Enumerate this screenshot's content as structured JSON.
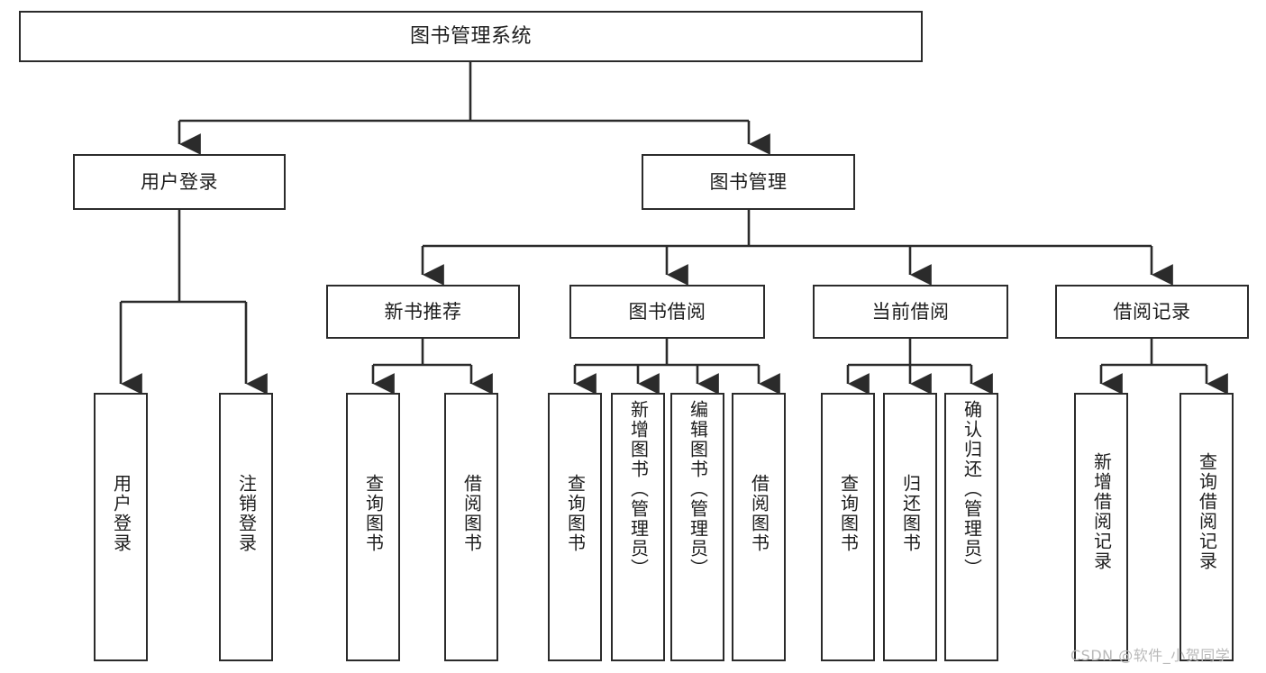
{
  "diagram": {
    "title": "图书管理系统",
    "type": "hierarchy-tree",
    "root": {
      "id": "root",
      "label": "图书管理系统",
      "orientation": "horizontal"
    },
    "level2": [
      {
        "id": "user-login",
        "label": "用户登录",
        "orientation": "horizontal"
      },
      {
        "id": "book-manage",
        "label": "图书管理",
        "orientation": "horizontal"
      }
    ],
    "level3": [
      {
        "id": "new-book-recommend",
        "label": "新书推荐",
        "orientation": "horizontal",
        "parent": "book-manage"
      },
      {
        "id": "book-borrow",
        "label": "图书借阅",
        "orientation": "horizontal",
        "parent": "book-manage"
      },
      {
        "id": "current-borrow",
        "label": "当前借阅",
        "orientation": "horizontal",
        "parent": "book-manage"
      },
      {
        "id": "borrow-record",
        "label": "借阅记录",
        "orientation": "horizontal",
        "parent": "book-manage"
      }
    ],
    "leaves": [
      {
        "id": "leaf-user-login",
        "label": "用户登录",
        "orientation": "vertical",
        "parent": "user-login"
      },
      {
        "id": "leaf-logout",
        "label": "注销登录",
        "orientation": "vertical",
        "parent": "user-login"
      },
      {
        "id": "leaf-query-book-1",
        "label": "查询图书",
        "orientation": "vertical",
        "parent": "new-book-recommend"
      },
      {
        "id": "leaf-borrow-book-1",
        "label": "借阅图书",
        "orientation": "vertical",
        "parent": "new-book-recommend"
      },
      {
        "id": "leaf-query-book-2",
        "label": "查询图书",
        "orientation": "vertical",
        "parent": "book-borrow"
      },
      {
        "id": "leaf-add-book",
        "label": "新增图书（管理员）",
        "orientation": "vertical",
        "parent": "book-borrow"
      },
      {
        "id": "leaf-edit-book",
        "label": "编辑图书（管理员）",
        "orientation": "vertical",
        "parent": "book-borrow"
      },
      {
        "id": "leaf-borrow-book-2",
        "label": "借阅图书",
        "orientation": "vertical",
        "parent": "book-borrow"
      },
      {
        "id": "leaf-query-book-3",
        "label": "查询图书",
        "orientation": "vertical",
        "parent": "current-borrow"
      },
      {
        "id": "leaf-return-book",
        "label": "归还图书",
        "orientation": "vertical",
        "parent": "current-borrow"
      },
      {
        "id": "leaf-confirm-return",
        "label": "确认归还（管理员）",
        "orientation": "vertical",
        "parent": "current-borrow"
      },
      {
        "id": "leaf-add-record",
        "label": "新增借阅记录",
        "orientation": "vertical",
        "parent": "borrow-record"
      },
      {
        "id": "leaf-query-record",
        "label": "查询借阅记录",
        "orientation": "vertical",
        "parent": "borrow-record"
      }
    ]
  },
  "watermark": {
    "text": "CSDN @软件_小贺同学"
  },
  "colors": {
    "stroke": "#2b2b2b",
    "fill": "#ffffff",
    "text": "#1d1d1d",
    "watermark": "#b9b9b9"
  }
}
